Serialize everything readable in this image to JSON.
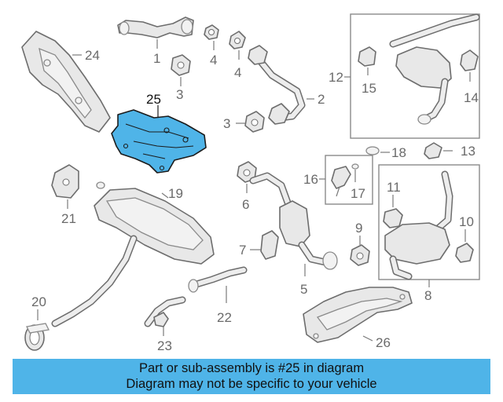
{
  "callouts": {
    "c1": "1",
    "c2": "2",
    "c3a": "3",
    "c3b": "3",
    "c4a": "4",
    "c4b": "4",
    "c5": "5",
    "c6": "6",
    "c7": "7",
    "c8": "8",
    "c9": "9",
    "c10": "10",
    "c11": "11",
    "c12": "12",
    "c13": "13",
    "c14": "14",
    "c15": "15",
    "c16": "16",
    "c17": "17",
    "c18": "18",
    "c19": "19",
    "c20": "20",
    "c21": "21",
    "c22": "22",
    "c23": "23",
    "c24": "24",
    "c25": "25",
    "c26": "26"
  },
  "highlight": {
    "part_number": "25",
    "color": "#4fb4e8"
  },
  "banner": {
    "line1": "Part or sub-assembly is #25 in diagram",
    "line2": "Diagram may not be specific to your vehicle",
    "color": "#4fb4e8"
  }
}
